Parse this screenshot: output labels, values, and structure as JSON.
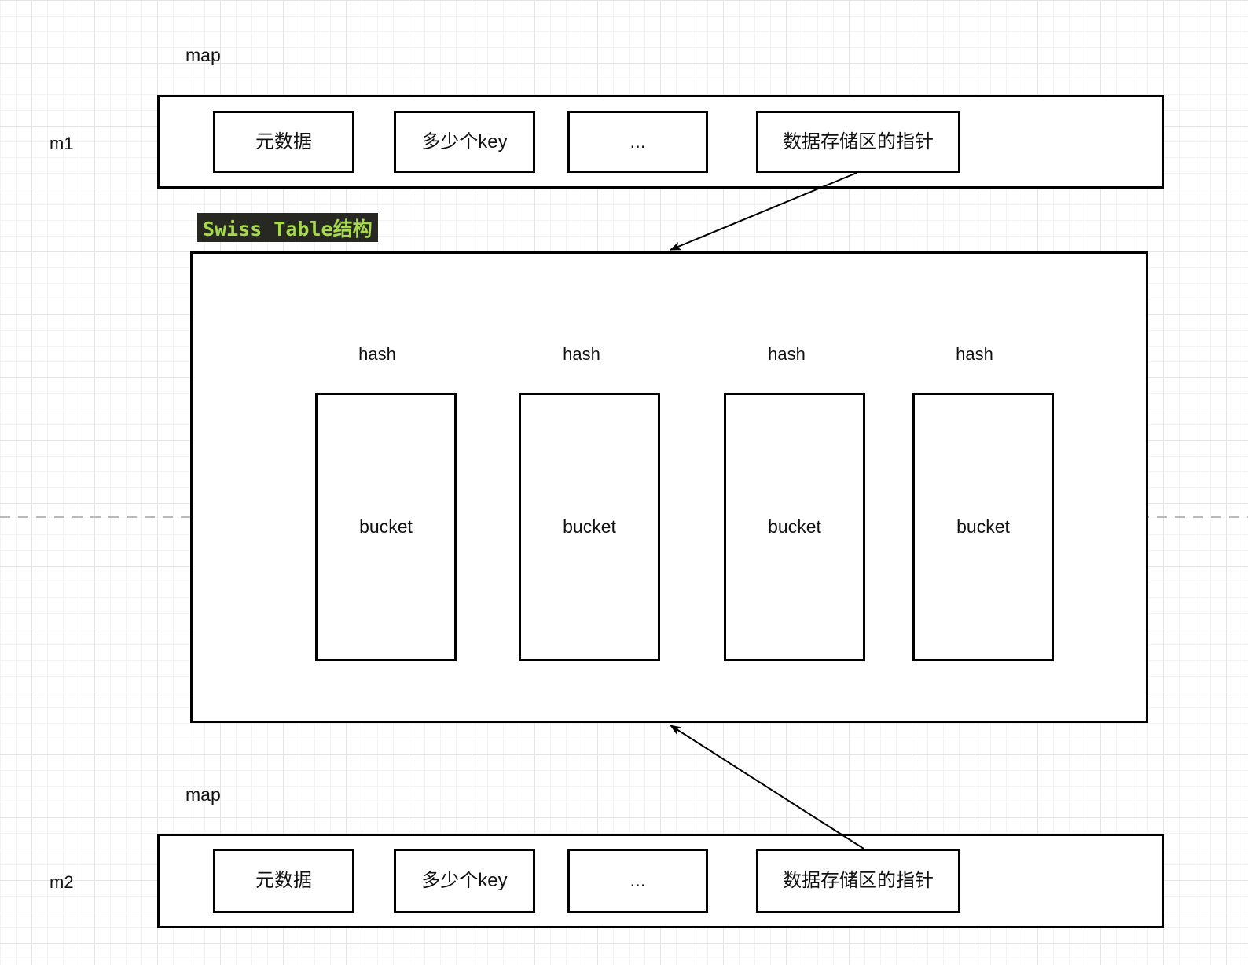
{
  "diagram": {
    "map1": {
      "title": "map",
      "instance": "m1",
      "cells": [
        {
          "label": "元数据"
        },
        {
          "label": "多少个key"
        },
        {
          "label": "..."
        },
        {
          "label": "数据存储区的指针"
        }
      ]
    },
    "swiss_table": {
      "badge": "Swiss Table结构",
      "columns": [
        {
          "hash": "hash",
          "bucket": "bucket"
        },
        {
          "hash": "hash",
          "bucket": "bucket"
        },
        {
          "hash": "hash",
          "bucket": "bucket"
        },
        {
          "hash": "hash",
          "bucket": "bucket"
        }
      ]
    },
    "map2": {
      "title": "map",
      "instance": "m2",
      "cells": [
        {
          "label": "元数据"
        },
        {
          "label": "多少个key"
        },
        {
          "label": "..."
        },
        {
          "label": "数据存储区的指针"
        }
      ]
    },
    "colors": {
      "badge_bg": "#272822",
      "badge_text": "#a6d94c",
      "stroke": "#000000",
      "dashed_line": "#b9b9b9"
    }
  }
}
